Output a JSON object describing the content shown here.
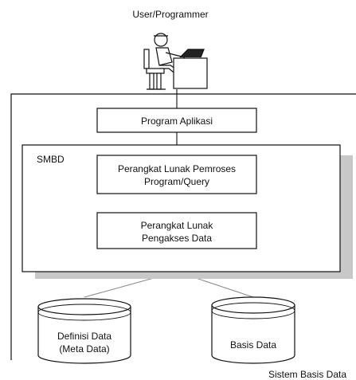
{
  "labels": {
    "user": "User/Programmer",
    "program_aplikasi": "Program Aplikasi",
    "smbd": "SMBD",
    "pemroses_line1": "Perangkat Lunak Pemroses",
    "pemroses_line2": "Program/Query",
    "pengakses_line1": "Perangkat Lunak",
    "pengakses_line2": "Pengakses Data",
    "definisi_line1": "Definisi Data",
    "definisi_line2": "(Meta Data)",
    "basis_data": "Basis Data",
    "system": "Sistem Basis Data"
  }
}
